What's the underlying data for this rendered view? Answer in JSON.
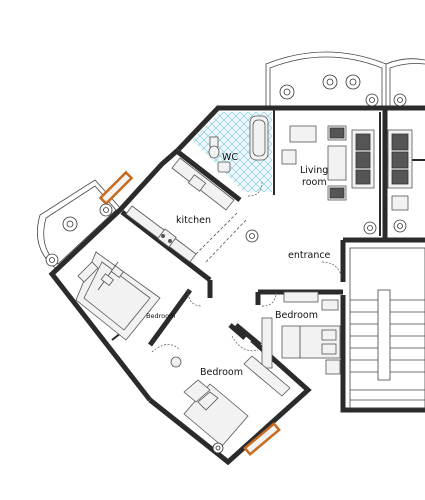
{
  "rooms": {
    "wc": "WC",
    "living_line1": "Living",
    "living_line2": "room",
    "kitchen": "kitchen",
    "entrance": "entrance",
    "bedroom_right": "Bedroom",
    "bedroom_bottom": "Bedroom",
    "bedroom_small": "Bedroom"
  },
  "colors": {
    "walls": "#2b2b2b",
    "window_frame": "#c96b1f",
    "wc_tile": "#b9dde7",
    "hatch": "#555555"
  },
  "icons": [
    "plant-icon",
    "bed-icon",
    "sofa-icon",
    "armchair-icon",
    "toilet-icon",
    "bathtub-icon",
    "stove-icon",
    "stairs-icon"
  ]
}
